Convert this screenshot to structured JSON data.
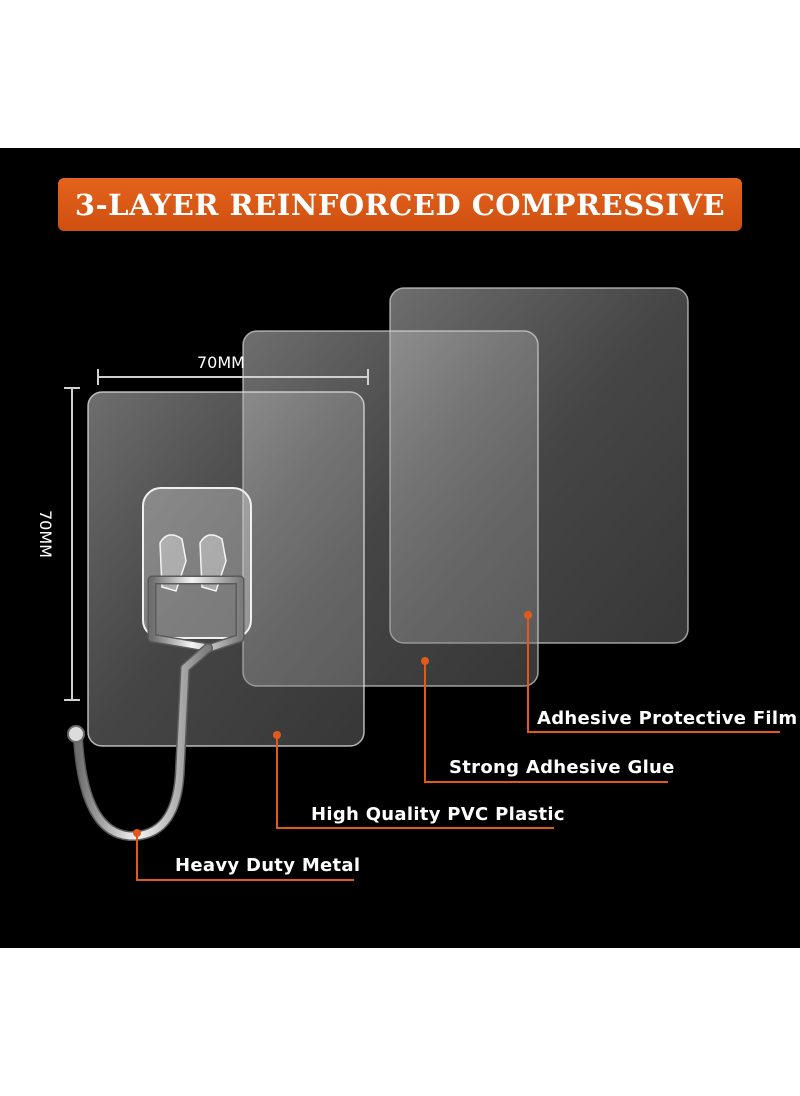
{
  "banner": {
    "title": "3-LAYER REINFORCED COMPRESSIVE"
  },
  "dimensions": {
    "width_label": "70MM",
    "height_label": "70MM"
  },
  "callouts": [
    {
      "text": "Adhesive Protective Film"
    },
    {
      "text": "Strong Adhesive Glue"
    },
    {
      "text": "High Quality PVC Plastic"
    },
    {
      "text": "Heavy Duty Metal"
    }
  ],
  "colors": {
    "accent": "#e15a1b",
    "background": "#000000",
    "text": "#ffffff"
  }
}
